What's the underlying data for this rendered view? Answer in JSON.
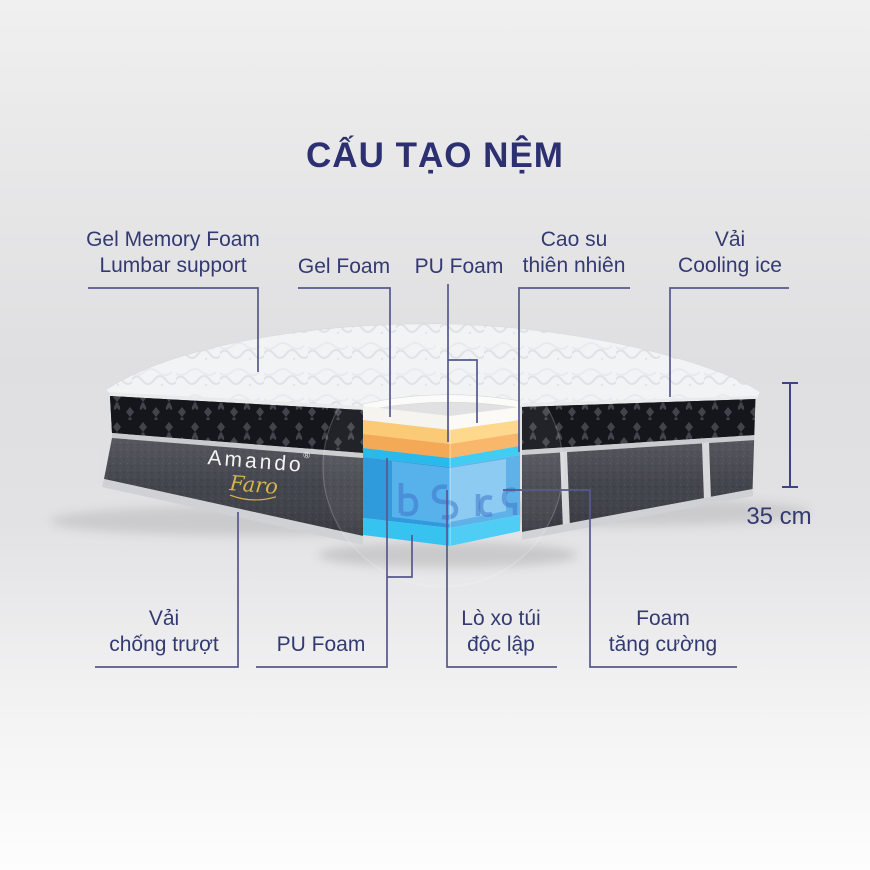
{
  "title": "CẤU TẠO NỆM",
  "labels": {
    "gel_memory_foam": {
      "line1": "Gel Memory Foam",
      "line2": "Lumbar support"
    },
    "gel_foam": {
      "line1": "Gel Foam"
    },
    "pu_foam_top": {
      "line1": "PU Foam"
    },
    "cao_su": {
      "line1": "Cao su",
      "line2": "thiên nhiên"
    },
    "vai_cooling_ice": {
      "line1": "Vải",
      "line2": "Cooling ice"
    },
    "vai_chong_truot": {
      "line1": "Vải",
      "line2": "chống trượt"
    },
    "pu_foam_bottom": {
      "line1": "PU Foam"
    },
    "lo_xo_tui": {
      "line1": "Lò xo túi",
      "line2": "độc lập"
    },
    "foam_tang_cuong": {
      "line1": "Foam",
      "line2": "tăng cường"
    }
  },
  "measurement": {
    "value": "35 cm"
  },
  "brand": {
    "name": "Amando",
    "registered": "®",
    "model": "Faro"
  },
  "colors": {
    "title_text": "#2c3070",
    "label_text": "#333a72",
    "leader_line": "#56598a",
    "measure_line": "#3f4380",
    "quilt_top": "#f2f3f5",
    "top_foam_left": "#f5f4ef",
    "top_foam_right": "#fbfaf7",
    "gel_foam_yellow_left": "#fbca76",
    "gel_foam_yellow_right": "#fdd88d",
    "pu_foam_orange_left": "#f4a957",
    "pu_foam_orange_right": "#f8b76a",
    "latex_cyan_left": "#29b9ea",
    "latex_cyan_right": "#41ccf4",
    "spring_blue_left": "#2f9bdc",
    "spring_blue_right": "#5fb2e8",
    "base_cyan_left": "#36c3f0",
    "base_cyan_right": "#4fcdf4",
    "fabric_dark_band": "#15161b",
    "fabric_charcoal": "#3b3d45",
    "brand_white": "#f4f4f4",
    "brand_gold": "#d4b44c"
  }
}
